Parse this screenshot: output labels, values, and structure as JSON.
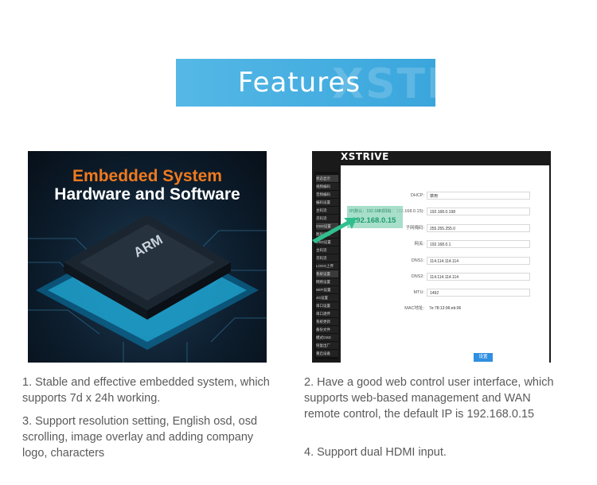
{
  "banner": {
    "title": "Features",
    "watermark": "XSTR"
  },
  "chip_image": {
    "heading_line1": "Embedded System",
    "heading_line2": "Hardware and Software",
    "chip_label": "ARM"
  },
  "web_ui": {
    "brand": "XSTRIVE",
    "sidebar": [
      "状态显示",
      "视频编码",
      "音频编码",
      "编码设置",
      "主码流",
      "次码流",
      "OSD设置",
      "图层设置",
      "OSD设置",
      "主码流",
      "次码流",
      "LOGO上传",
      "系统设置",
      "网络设置",
      "WIFI设置",
      "4G设置",
      "串口设置",
      "串口透传",
      "系统更新",
      "备份文件",
      "模式OSD",
      "恢复出厂",
      "重启设备"
    ],
    "fields": [
      {
        "label": "DHCP:",
        "value": "禁用"
      },
      {
        "label": "IP(默认：192.168.0.15):",
        "value": "192.168.0.198"
      },
      {
        "label": "子网掩码:",
        "value": "255.255.255.0"
      },
      {
        "label": "网关:",
        "value": "192.168.0.1"
      },
      {
        "label": "DNS1:",
        "value": "114.114.114.114"
      },
      {
        "label": "DNS2:",
        "value": "114.114.114.114"
      },
      {
        "label": "MTU:",
        "value": "1492"
      },
      {
        "label": "MAC地址:",
        "value": "7e:78:13:96:eb:06"
      }
    ],
    "ip_note": "IP(默认：192.168.0.15)",
    "highlight_ip": "192.168.0.15",
    "set_button": "设置"
  },
  "features": {
    "f1": "1. Stable and effective embedded system, which supports 7d x 24h working.",
    "f2": "2. Have a good web control user interface, which supports web-based management and WAN remote control, the default IP is 192.168.0.15",
    "f3": "3. Support resolution setting, English osd, osd scrolling, image overlay and adding company logo, characters",
    "f4": "4. Support dual HDMI input."
  },
  "colors": {
    "banner": "#4ab2e3",
    "accent_orange": "#f07a1e",
    "highlight_green": "#1f9a70"
  }
}
